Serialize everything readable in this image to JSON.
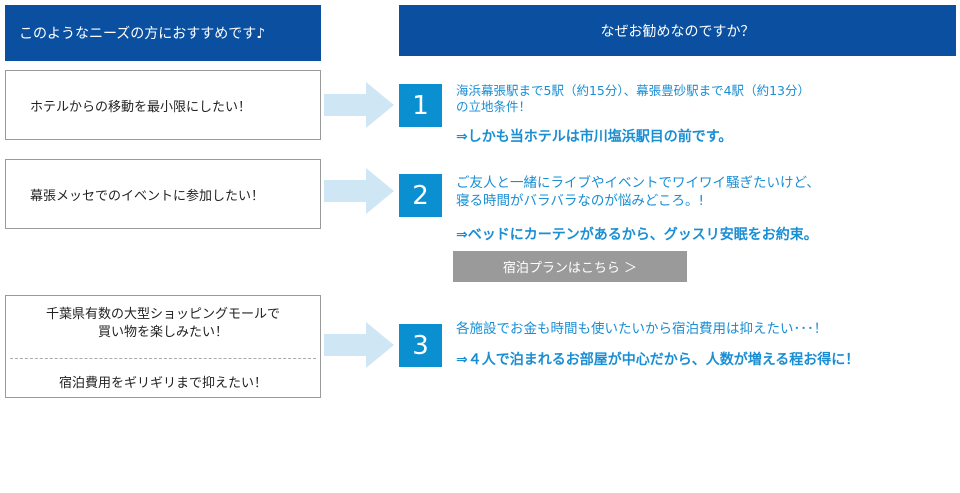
{
  "left_header": "このようなニーズの方におすすめです♪",
  "right_header": "なぜお勧めなのですか？",
  "needs": [
    "ホテルからの移動を最小限にしたい！",
    "幕張メッセでのイベントに参加したい！",
    "千葉県有数の大型ショッピングモールで",
    "買い物を楽しみたい！",
    "宿泊費用をギリギリまで抑えたい！"
  ],
  "reasons": [
    {
      "number": "1",
      "line1": "海浜幕張駅まで5駅（約15分）、幕張豊砂駅まで4駅（約13分）",
      "line2": "の立地条件！",
      "highlight": "⇒しかも当ホテルは市川塩浜駅目の前です。"
    },
    {
      "number": "2",
      "line1": "ご友人と一緒にライブやイベントでワイワイ騒ぎたいけど、",
      "line2": "寝る時間がバラバラなのが悩みどころ。!",
      "highlight": "⇒ベッドにカーテンがあるから、グッスリ安眠をお約束。"
    },
    {
      "number": "3",
      "line1": "各施設でお金も時間も使いたいから宿泊費用は抑えたい･･･！",
      "highlight": "⇒４人で泊まれるお部屋が中心だから、人数が増える程お得に！"
    }
  ],
  "plan_button": "宿泊プランはこちら ＞",
  "colors": {
    "header_bg": "#0a4fa0",
    "number_bg": "#0a8fd0",
    "accent_text": "#1a8ed3",
    "arrow": "#cfe6f5",
    "button_bg": "#9a9a9a"
  }
}
